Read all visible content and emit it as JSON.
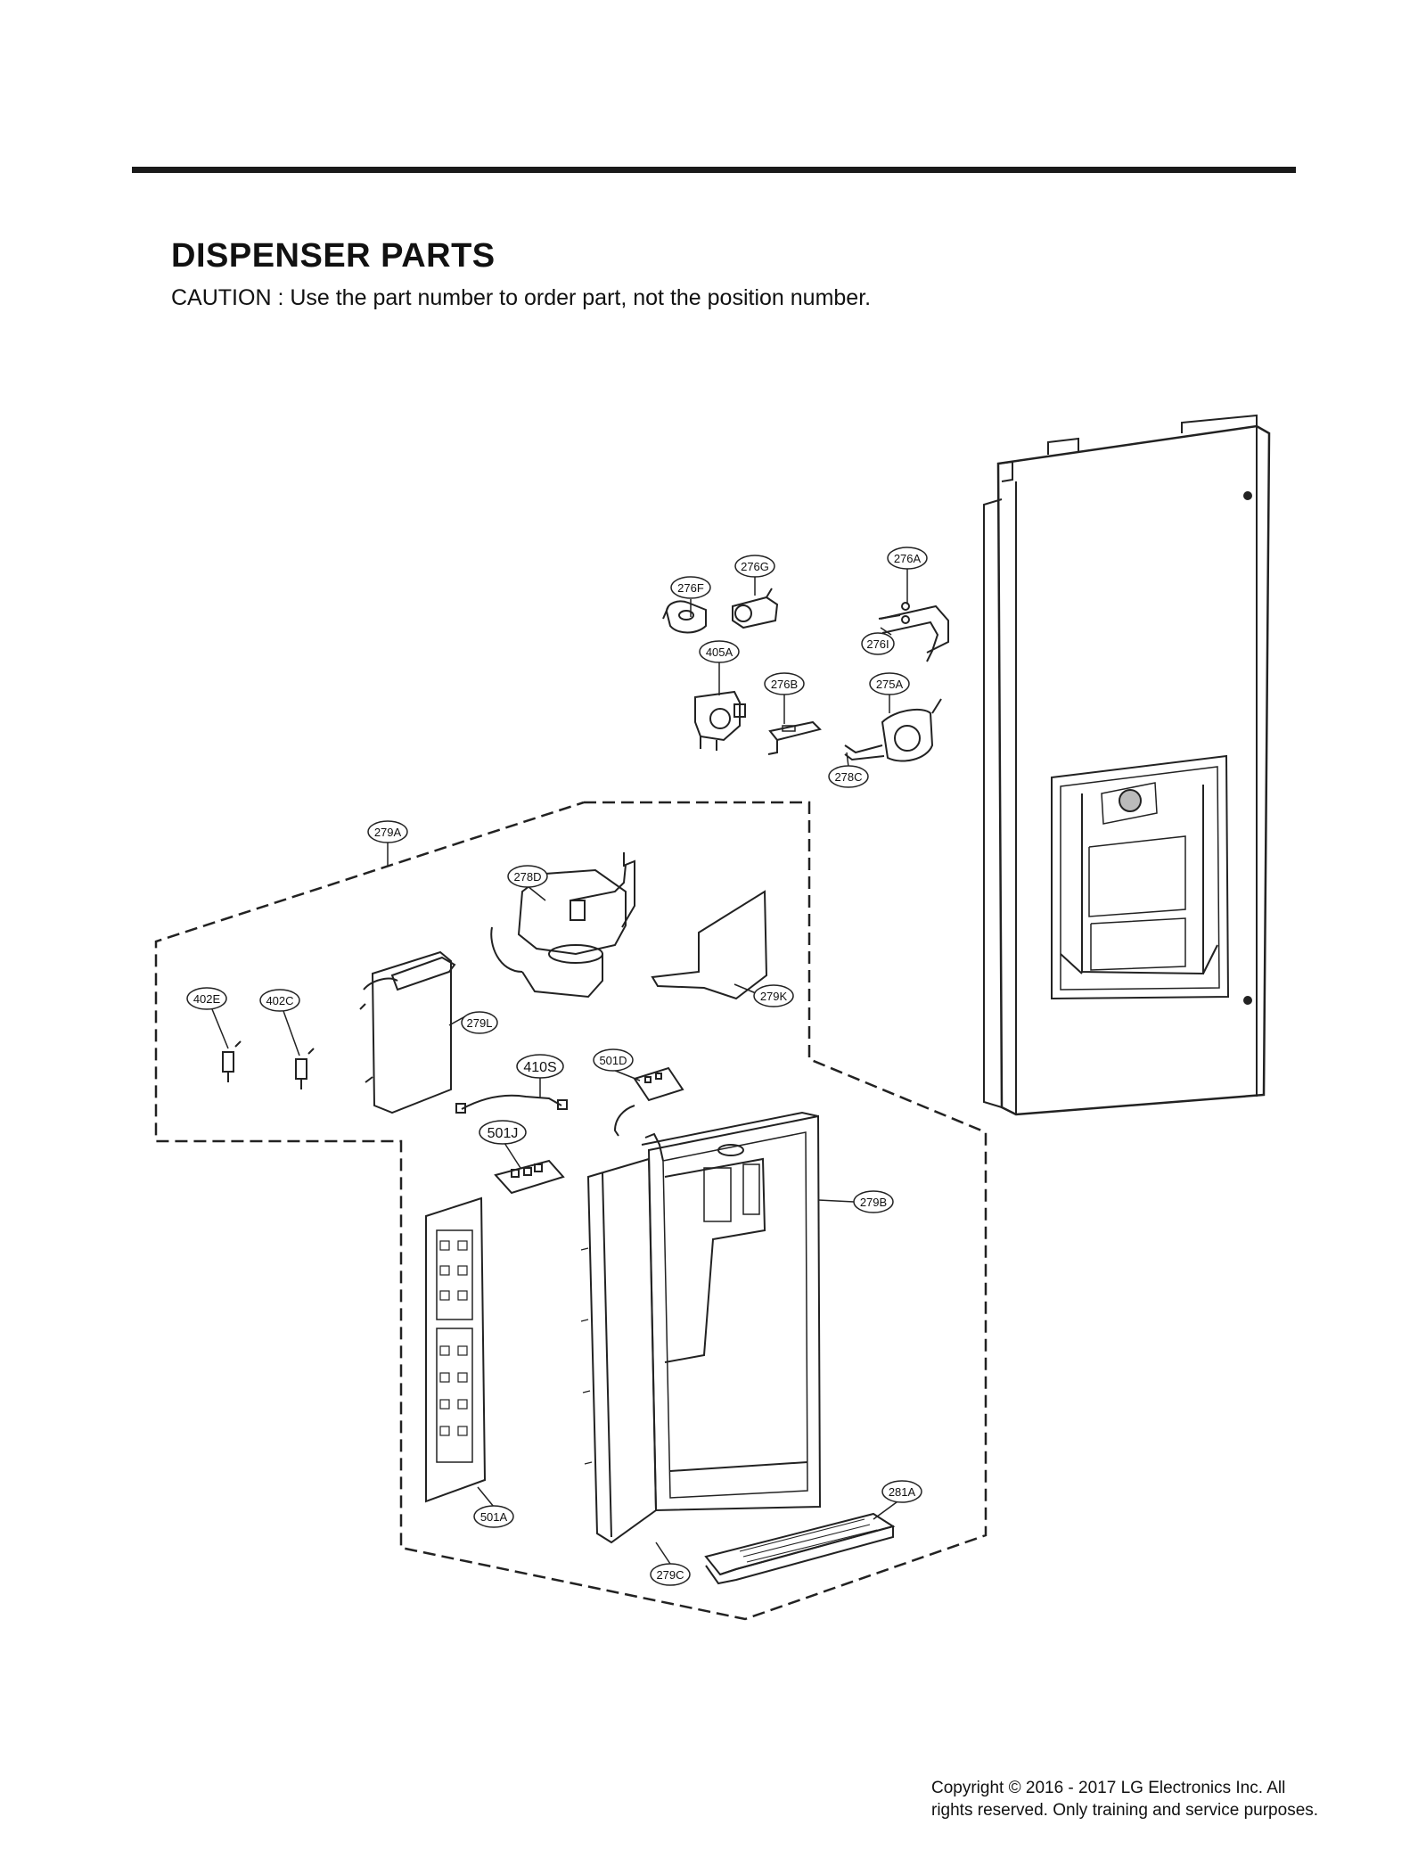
{
  "page": {
    "title": "DISPENSER PARTS",
    "caution": "CAUTION : Use the part number to order part, not the position number.",
    "copyright_line1": "Copyright © 2016 - 2017 LG Electronics Inc. All",
    "copyright_line2": "rights reserved. Only training and service purposes."
  },
  "callouts": [
    "276A",
    "276G",
    "276F",
    "276I",
    "405A",
    "276B",
    "275A",
    "278C",
    "279A",
    "278D",
    "279K",
    "402E",
    "402C",
    "279L",
    "410S",
    "501D",
    "501J",
    "279B",
    "501A",
    "281A",
    "279C"
  ]
}
